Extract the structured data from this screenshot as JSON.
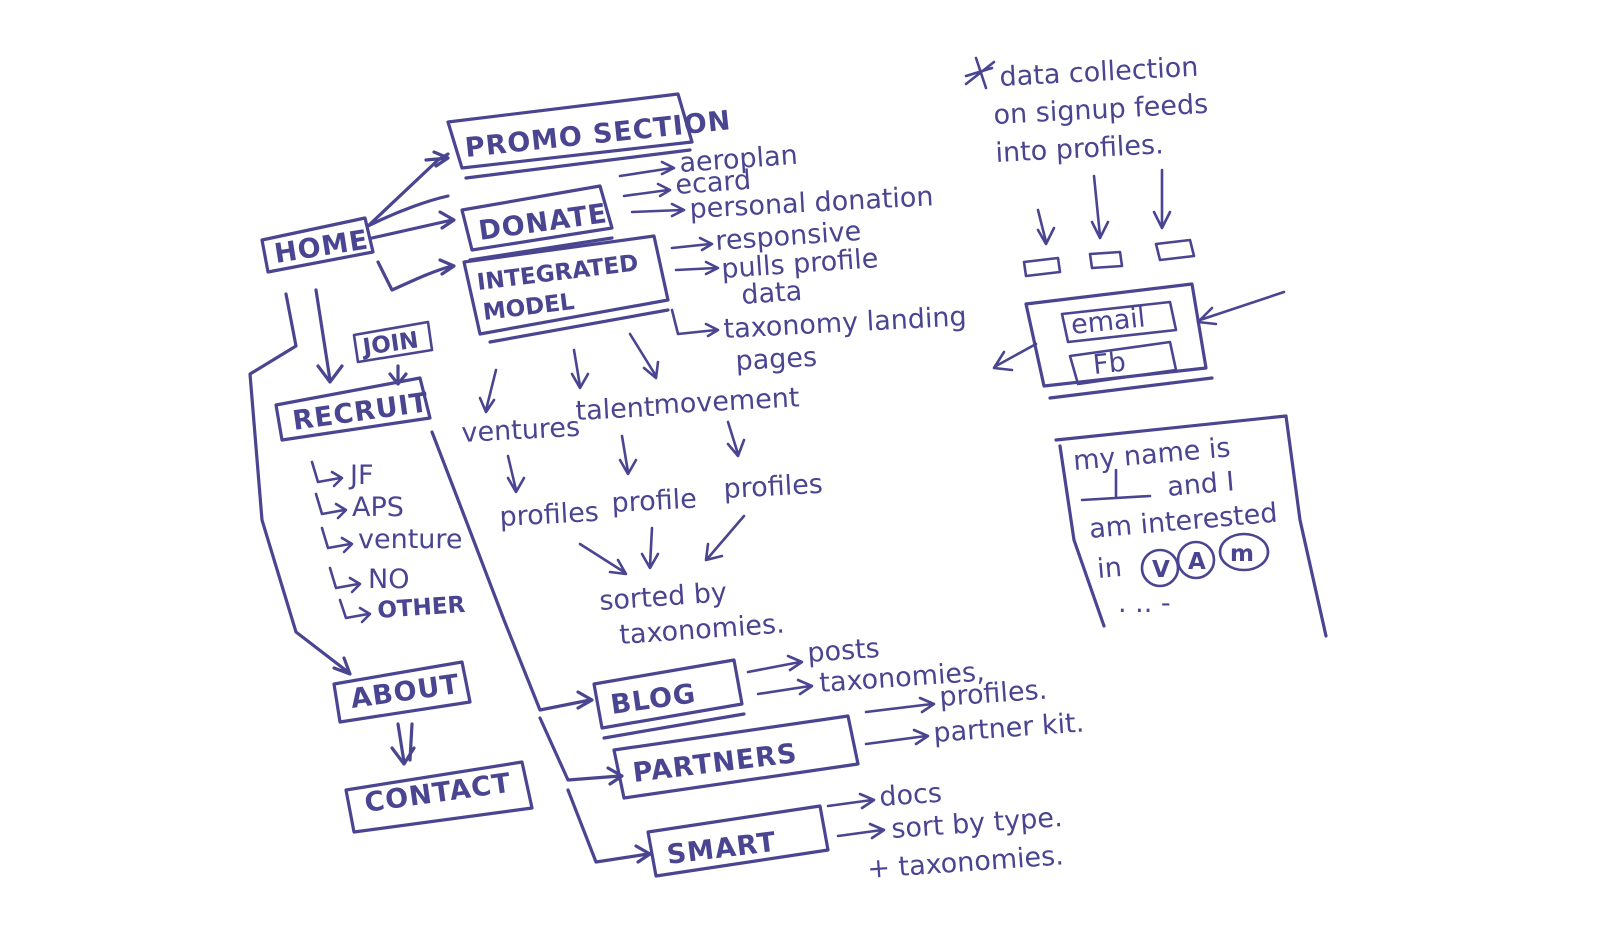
{
  "colors": {
    "ink": "#4a4590",
    "paper": "#ffffff"
  },
  "boxes": {
    "home": "HOME",
    "promo": "PROMO SECTION",
    "donate": "DONATE",
    "integrated_line1": "INTEGRATED",
    "integrated_line2": "MODEL",
    "join": "JOIN",
    "recruit": "RECRUIT",
    "about": "ABOUT",
    "contact": "CONTACT",
    "blog": "BLOG",
    "partners": "PARTNERS",
    "smart": "SMART",
    "email": "email",
    "fb": "Fb"
  },
  "donate_items": [
    "aeroplan",
    "ecard",
    "personal donation"
  ],
  "integrated_items": {
    "responsive": "responsive",
    "pulls_1": "pulls profile",
    "pulls_2": "data",
    "taxonomy_1": "taxonomy landing",
    "taxonomy_2": "pages"
  },
  "categories": [
    "ventures",
    "talent",
    "movement"
  ],
  "profiles": [
    "profiles",
    "profile",
    "profiles"
  ],
  "sorted": {
    "line1": "sorted by",
    "line2": "taxonomies."
  },
  "recruit_items": [
    "JF",
    "APS",
    "venture",
    "NO",
    "OTHER"
  ],
  "blog_items": [
    "posts",
    "taxonomies,",
    "profiles."
  ],
  "partners_items": [
    "partner kit."
  ],
  "smart_items": [
    "docs",
    "sort by type.",
    "+ taxonomies."
  ],
  "note": {
    "line1": "data collection",
    "line2": "on signup feeds",
    "line3": "into profiles."
  },
  "form": {
    "line1": "my name is",
    "line2": "and I",
    "line3": "am interested",
    "line4": "in",
    "options": [
      "V",
      "A",
      "m"
    ],
    "ellipsis": ". .. -"
  }
}
